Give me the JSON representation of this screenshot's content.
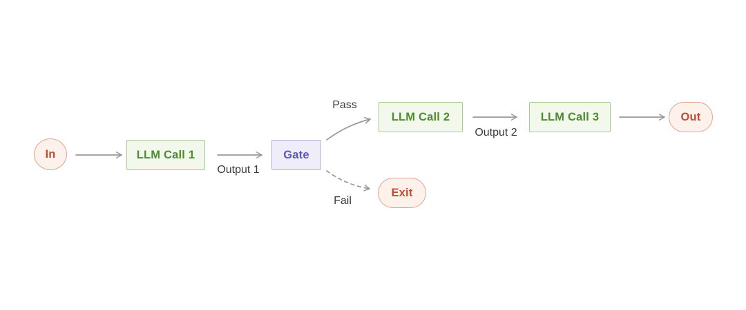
{
  "diagram": {
    "type": "flowchart",
    "nodes": {
      "in": {
        "label": "In",
        "kind": "terminal"
      },
      "llm_call_1": {
        "label": "LLM Call 1",
        "kind": "process"
      },
      "gate": {
        "label": "Gate",
        "kind": "decision"
      },
      "llm_call_2": {
        "label": "LLM Call 2",
        "kind": "process"
      },
      "llm_call_3": {
        "label": "LLM Call 3",
        "kind": "process"
      },
      "exit": {
        "label": "Exit",
        "kind": "terminal"
      },
      "out": {
        "label": "Out",
        "kind": "terminal"
      }
    },
    "edges": {
      "in_to_llm1": {
        "from": "in",
        "to": "llm_call_1",
        "label": "",
        "style": "solid"
      },
      "llm1_to_gate": {
        "from": "llm_call_1",
        "to": "gate",
        "label": "Output 1",
        "style": "solid"
      },
      "gate_to_llm2": {
        "from": "gate",
        "to": "llm_call_2",
        "label": "Pass",
        "style": "solid"
      },
      "gate_to_exit": {
        "from": "gate",
        "to": "exit",
        "label": "Fail",
        "style": "dashed"
      },
      "llm2_to_llm3": {
        "from": "llm_call_2",
        "to": "llm_call_3",
        "label": "Output 2",
        "style": "solid"
      },
      "llm3_to_out": {
        "from": "llm_call_3",
        "to": "out",
        "label": "",
        "style": "solid"
      }
    },
    "colors": {
      "background": "#ffffff",
      "terminal_fill": "#fdf1ec",
      "terminal_border": "#e7a18c",
      "terminal_text": "#bf4d32",
      "llm_fill": "#f2f8eb",
      "llm_border": "#a6ca8e",
      "llm_text": "#4f8b2f",
      "gate_fill": "#eeedf9",
      "gate_border": "#b5b2de",
      "gate_text": "#6058b8",
      "arrow": "#979797",
      "edge_label": "#3b3b3b"
    }
  }
}
